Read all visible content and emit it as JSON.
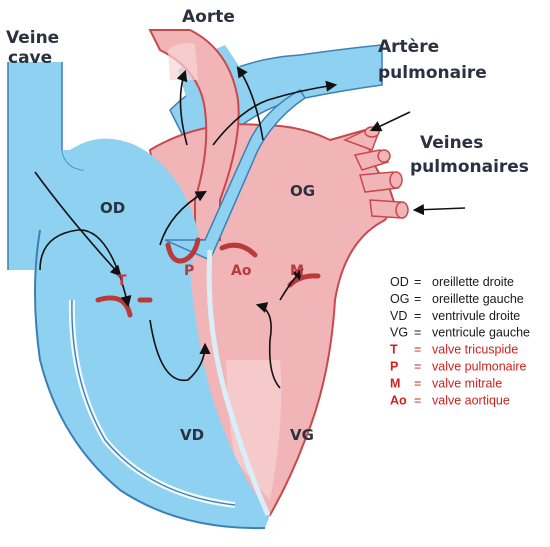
{
  "labels": {
    "veine_cave": [
      "Veine",
      "cave"
    ],
    "aorte": "Aorte",
    "artere_pulmonaire": [
      "Artère",
      "pulmonaire"
    ],
    "veines_pulmonaires": [
      "Veines",
      "pulmonaires"
    ]
  },
  "chambers": {
    "od": "OD",
    "og": "OG",
    "vd": "VD",
    "vg": "VG"
  },
  "valves": {
    "t": "T",
    "p": "P",
    "ao": "Ao",
    "m": "M"
  },
  "legend": [
    {
      "abbr": "OD",
      "eq": "=",
      "text": "oreillette droite",
      "color": "#1a1a1a"
    },
    {
      "abbr": "OG",
      "eq": "=",
      "text": "oreillette gauche",
      "color": "#1a1a1a"
    },
    {
      "abbr": "VD",
      "eq": "=",
      "text": "ventrivule droite",
      "color": "#1a1a1a"
    },
    {
      "abbr": "VG",
      "eq": "=",
      "text": "ventricule gauche",
      "color": "#1a1a1a"
    },
    {
      "abbr": "T",
      "eq": "=",
      "text": "valve tricuspide",
      "color": "#d0211d"
    },
    {
      "abbr": "P",
      "eq": "=",
      "text": "valve pulmonaire",
      "color": "#d0211d"
    },
    {
      "abbr": "M",
      "eq": "=",
      "text": "valve mitrale",
      "color": "#d0211d"
    },
    {
      "abbr": "Ao",
      "eq": "=",
      "text": "valve aortique",
      "color": "#d0211d"
    }
  ],
  "colors": {
    "blue": "#8fd1f0",
    "blue_dark": "#3aa6de",
    "pink": "#f2b5b7",
    "pink_dark": "#e28a8e",
    "valve": "#b83a3a",
    "outline": "#3c7fb5",
    "red_outline": "#c8494d"
  }
}
